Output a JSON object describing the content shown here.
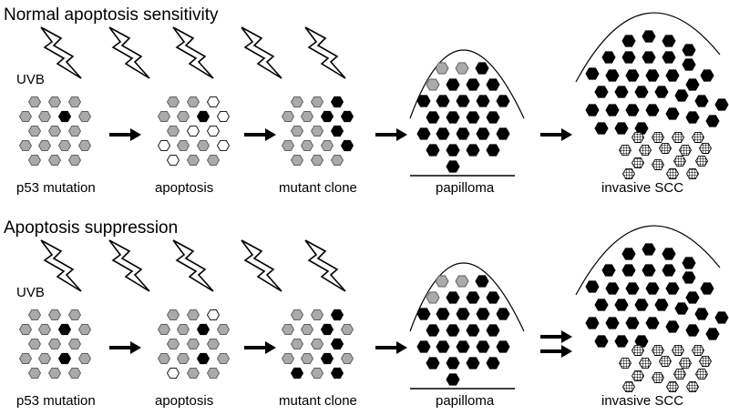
{
  "rows": [
    {
      "title": "Normal apoptosis sensitivity",
      "uv_label": "UVB",
      "stages": [
        "p53 mutation",
        "apoptosis",
        "mutant clone",
        "papilloma",
        "invasive SCC"
      ]
    },
    {
      "title": "Apoptosis suppression",
      "uv_label": "UVB",
      "stages": [
        "p53 mutation",
        "apoptosis",
        "mutant clone",
        "papilloma",
        "invasive SCC"
      ]
    }
  ],
  "colors": {
    "normal_cell": "#aaaaaa",
    "mutant_cell": "#000000",
    "apoptotic_cell": "#ffffff",
    "invasive_cell_pattern": "crosshatch"
  }
}
